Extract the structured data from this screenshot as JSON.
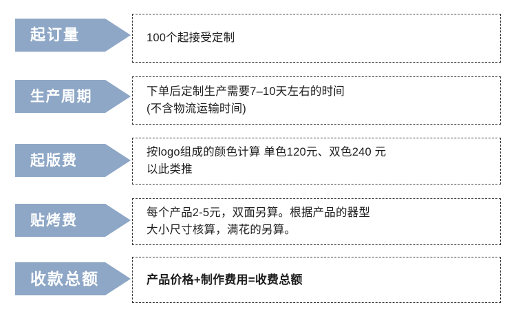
{
  "diagram": {
    "type": "process-spec-list",
    "accent_color": "#8ea7c6",
    "label_text_color": "#ffffff",
    "body_text_color": "#1d1d1d",
    "box_border_color": "#3a3a3a",
    "background_color": "#ffffff",
    "rows": [
      {
        "label": "起订量",
        "lines": [
          "100个起接受定制"
        ]
      },
      {
        "label": "生产周期",
        "lines": [
          "下单后定制生产需要7–10天左右的时间",
          "(不含物流运输时间)"
        ]
      },
      {
        "label": "起版费",
        "lines": [
          "按logo组成的颜色计算 单色120元、双色240 元",
          "以此类推"
        ]
      },
      {
        "label": "贴烤费",
        "lines": [
          "每个产品2-5元，双面另算。根据产品的器型",
          "大小尺寸核算，满花的另算。"
        ]
      },
      {
        "label": "收款总额",
        "lines": [
          "产品价格+制作费用=收费总额"
        ]
      }
    ]
  }
}
